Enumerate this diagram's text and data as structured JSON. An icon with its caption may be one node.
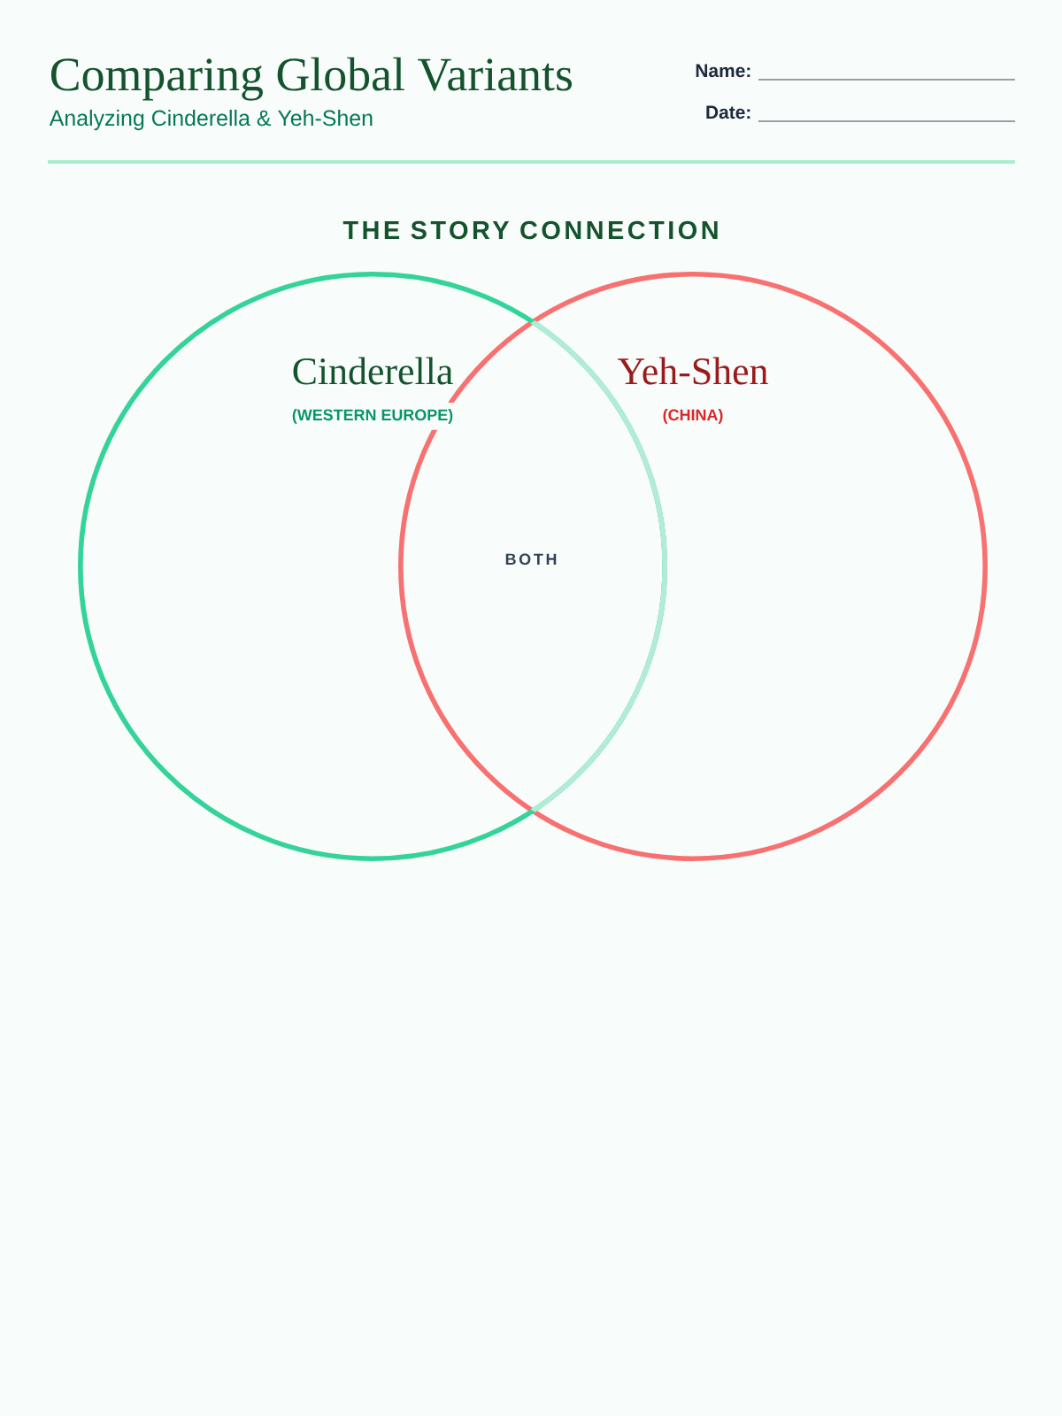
{
  "diagram": {
    "title": "Comparing Global Variants",
    "nodes": [
      {
        "text": [
          "Cinderella",
          "(WESTERN EUROPE)"
        ]
      },
      {
        "text": [
          "Yeh-Shen",
          "(CHINA)"
        ]
      }
    ],
    "labels": [
      "Analyzing Cinderella & Yeh-Shen",
      "Name:",
      "Date:",
      "THE STORY CONNECTION",
      "BOTH"
    ]
  }
}
